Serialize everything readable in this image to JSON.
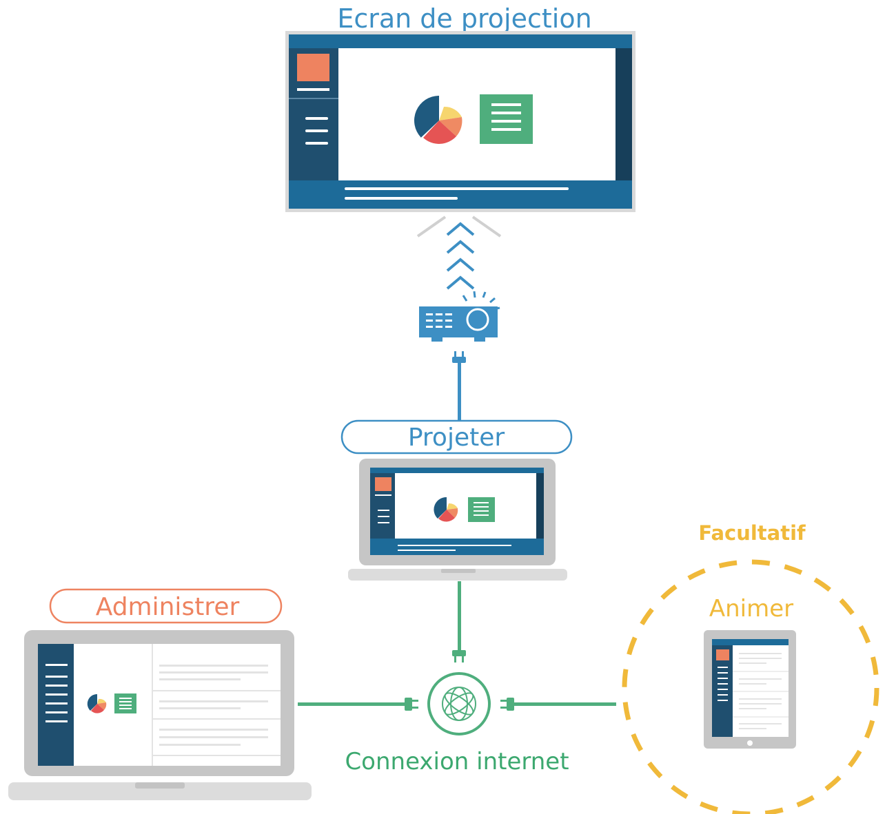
{
  "labels": {
    "screen": "Ecran de projection",
    "project": "Projeter",
    "administer": "Administrer",
    "optional": "Facultatif",
    "animate": "Animer",
    "internet": "Connexion internet"
  },
  "colors": {
    "blue": "#3d8fc4",
    "navy": "#1f4f6f",
    "orange": "#ee8360",
    "green": "#4fae7d",
    "yellow": "#f0b93a",
    "gray": "#c6c6c6",
    "pie_navy": "#1f5a7f",
    "pie_yellow": "#f6d56e",
    "pie_orange": "#ef8a63",
    "pie_red": "#e55454"
  },
  "icons": {
    "projector": "projector-icon",
    "globe": "globe-icon",
    "plug": "plug-icon",
    "chevrons": "chevron-up-icon"
  }
}
